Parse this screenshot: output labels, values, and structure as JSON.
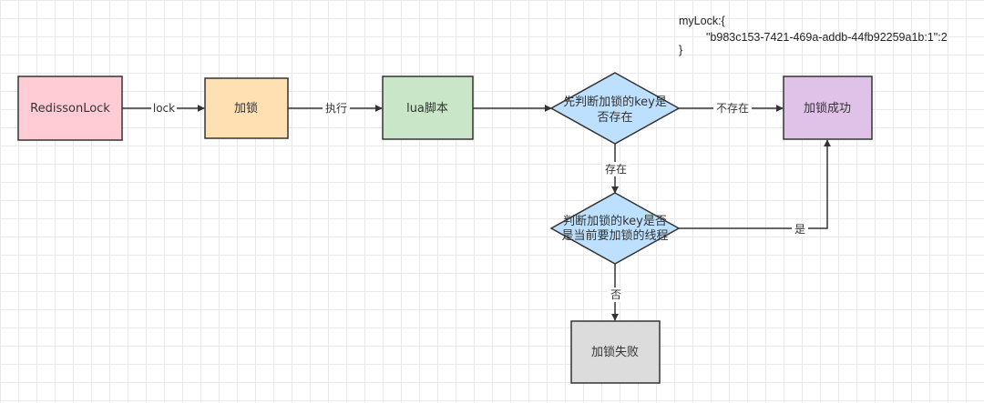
{
  "note": {
    "line1": "myLock:{",
    "line2": "\"b983c153-7421-469a-addb-44fb92259a1b:1\":2",
    "line3": "}"
  },
  "nodes": {
    "redisson": "RedissonLock",
    "lock": "加锁",
    "lua": "lua脚本",
    "check_exists_l1": "先判断加锁的key是",
    "check_exists_l2": "否存在",
    "check_thread_l1": "判断加锁的key是否",
    "check_thread_l2": "是当前要加锁的线程",
    "success": "加锁成功",
    "fail": "加锁失败"
  },
  "edges": {
    "redisson_to_lock": "lock",
    "lock_to_lua": "执行",
    "exists_to_success": "不存在",
    "exists_to_thread": "存在",
    "thread_to_success": "是",
    "thread_to_fail": "否"
  },
  "colors": {
    "redisson": "#ffccd5",
    "lock": "#ffe0b3",
    "lua": "#c9e6c9",
    "decision": "#bde0ff",
    "success": "#e0c2e8",
    "fail": "#dcdcdc"
  }
}
